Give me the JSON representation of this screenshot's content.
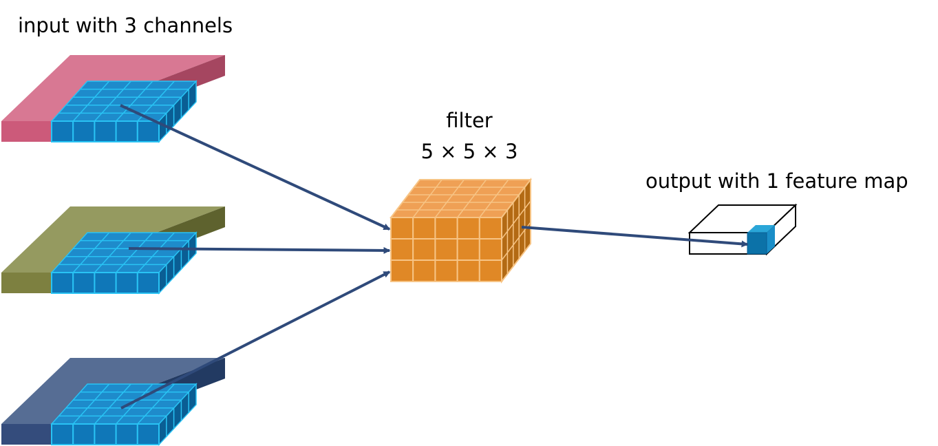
{
  "labels": {
    "input": "input with 3 channels",
    "filter": "filter",
    "filter_size": "5 × 5 × 3",
    "output": "output with 1 feature map"
  },
  "colors": {
    "channel_red": {
      "top": "#D87893",
      "front": "#CC5A7A",
      "side": "#A54660"
    },
    "channel_green": {
      "top": "#959A60",
      "front": "#7D8040",
      "side": "#5E622E"
    },
    "channel_blue": {
      "top": "#566D94",
      "front": "#344C7C",
      "side": "#223A62"
    },
    "window": {
      "top": "#1E8BCB",
      "front": "#0F77B8",
      "side": "#0A5E94",
      "edge": "#29C3F4"
    },
    "filter": {
      "top": "#EFA055",
      "front": "#E08826",
      "side": "#B36A14",
      "edge": "#F7C485"
    },
    "arrow": "#2F4A7A",
    "output_cell": {
      "front": "#0C72A8",
      "side": "#1A8EC8",
      "top": "#2AA6D8"
    }
  },
  "channels": [
    "red",
    "green",
    "blue"
  ]
}
